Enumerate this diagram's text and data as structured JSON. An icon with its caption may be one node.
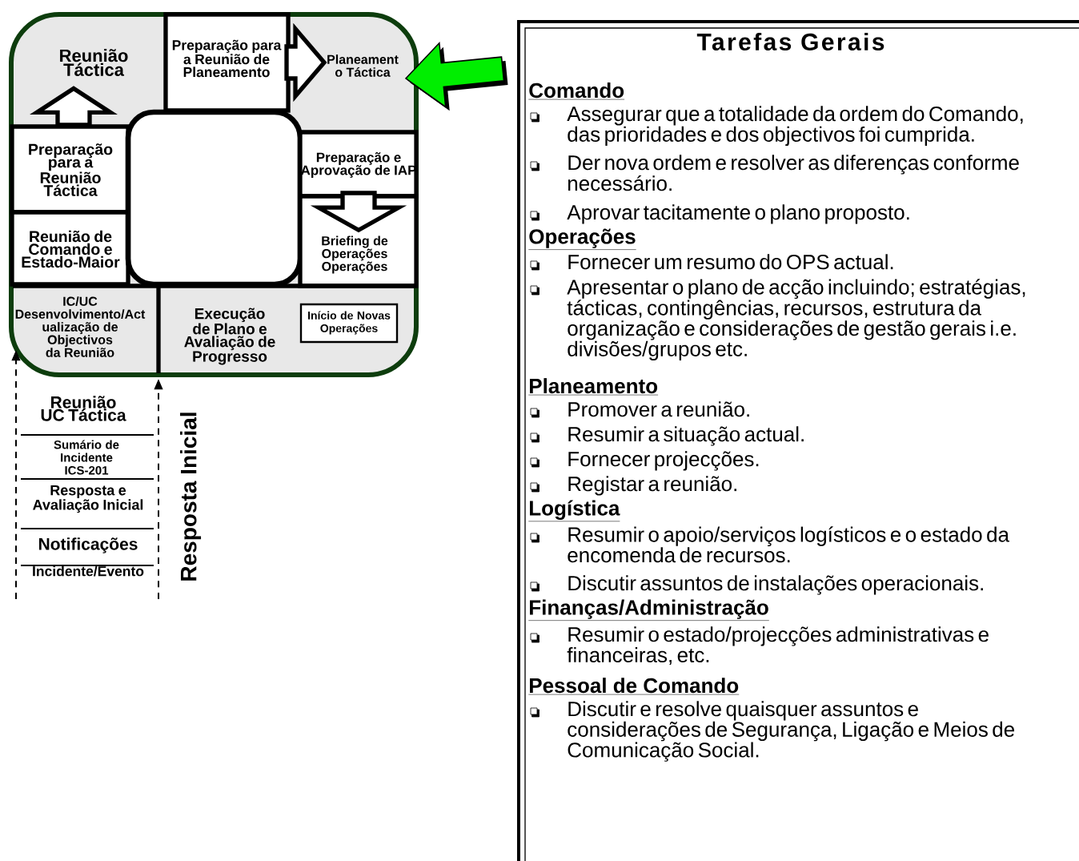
{
  "diagram": {
    "nodes": [
      {
        "text": [],
        "shape": "box"
      },
      {
        "text": [
          "Reunião Táctica"
        ],
        "in": 0
      },
      {
        "text": [
          "Preparação para a Reunião de Planeamento"
        ],
        "in": 0
      },
      {
        "text": [
          "Planeament o Táctica"
        ],
        "in": 0
      },
      {
        "text": [
          "Preparação para a Reunião Táctica"
        ],
        "in": 0
      },
      {
        "text": [
          "Reunião de Comando e Estado-Maior"
        ],
        "in": 0
      },
      {
        "text": [],
        "shape": "box",
        "in": 0
      },
      {
        "text": [
          "Preparação e Aprovação de IAP"
        ],
        "in": 0
      },
      {
        "text": [
          "Briefing de Operações Operações"
        ],
        "in": 0
      },
      {
        "text": [
          "IC/UC Desenvolvimento/Act ualização de Objectivos da Reunião"
        ],
        "in": 0
      },
      {
        "text": [
          "Execução de Plano e Avaliação de Progresso"
        ],
        "in": 0
      },
      {
        "text": [
          "Início de Novas Operações"
        ],
        "in": 0
      },
      {
        "text": [
          "Reunião UC Táctica"
        ]
      },
      {
        "text": [
          "Sumário de Incidente ICS-201"
        ]
      },
      {
        "text": [
          "Resposta e Avaliação Inicial"
        ]
      },
      {
        "text": [
          "Notificações"
        ]
      },
      {
        "text": [
          "Incidente/Evento"
        ]
      },
      {
        "text": [
          "Tarefas Gerais",
          "Comando",
          "Assegurar que a totalidade da ordem do Comando, das prioridades e dos objectivos foi cumprida.",
          "Der nova ordem e resolver as diferenças conforme necessário.",
          "Aprovar tacitamente o plano proposto.",
          "Operações",
          "Fornecer um resumo do OPS actual.",
          "Apresentar o plano de acção incluindo; estratégias, tácticas, contingências, recursos, estrutura da organização e considerações de gestão gerais i.e. divisões/grupos etc.",
          "Planeamento",
          "Promover a reunião.",
          "Resumir a situação actual.",
          "Fornecer projecções.",
          "Registar a reunião.",
          "Logística",
          "Resumir o apoio/serviços logísticos e o estado da encomenda de recursos.",
          "Discutir assuntos de instalações operacionais.",
          "Finanças/Administração",
          "Resumir o estado/projecções administrativas e financeiras, etc.",
          "Pessoal de Comando",
          "Discutir e resolve quaisquer assuntos e considerações de Segurança, Ligação e Meios de Comunicação Social."
        ]
      }
    ],
    "edges": [
      {
        "from": 4,
        "to": 1,
        "arrow": "to"
      },
      {
        "from": 2,
        "to": 3,
        "arrow": "to"
      },
      {
        "from": 7,
        "to": 8,
        "arrow": "to"
      },
      {
        "from": 17,
        "to": 3,
        "arrow": "to",
        "color": "#00ee00"
      },
      {
        "from": null,
        "to": 0,
        "arrow": "to",
        "style": "dashed"
      },
      {
        "from": null,
        "to": 0,
        "arrow": "to",
        "style": "dashed"
      }
    ],
    "labels": [
      "Resposta Inicial"
    ]
  }
}
